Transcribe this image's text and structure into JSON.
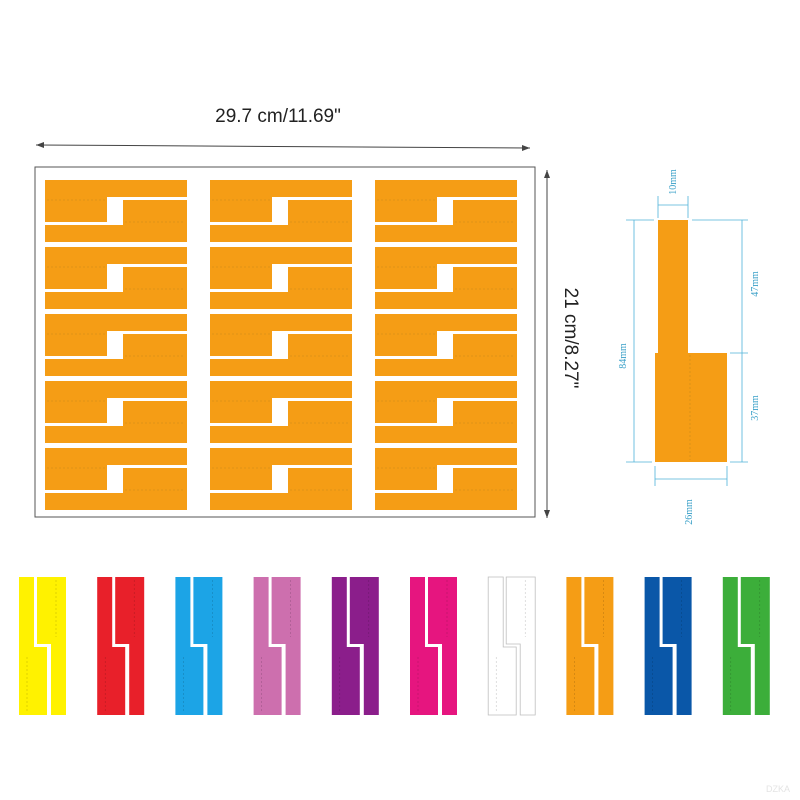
{
  "sheet": {
    "width_label": "29.7 cm/11.69\"",
    "height_label": "21 cm/8.27\"",
    "label_color": "#F59D15",
    "columns": 3,
    "label_pairs_per_column": 5
  },
  "single_label": {
    "color": "#F59D15",
    "dim_top_width": "10mm",
    "dim_total_height": "84mm",
    "dim_upper_height": "47mm",
    "dim_lower_height": "37mm",
    "dim_bottom_width": "26mm",
    "dimension_line_color": "#4fb3d9"
  },
  "color_swatches": [
    {
      "name": "yellow",
      "color": "#FFF200"
    },
    {
      "name": "red",
      "color": "#E8202A"
    },
    {
      "name": "sky-blue",
      "color": "#1CA4E6"
    },
    {
      "name": "pink",
      "color": "#CD6FAE"
    },
    {
      "name": "purple",
      "color": "#8B1E8B"
    },
    {
      "name": "magenta",
      "color": "#E6157F"
    },
    {
      "name": "white",
      "color": "#FFFFFF"
    },
    {
      "name": "orange",
      "color": "#F59D15"
    },
    {
      "name": "blue",
      "color": "#0A57A8"
    },
    {
      "name": "green",
      "color": "#3CAE3A"
    }
  ],
  "watermark": "DZKA"
}
